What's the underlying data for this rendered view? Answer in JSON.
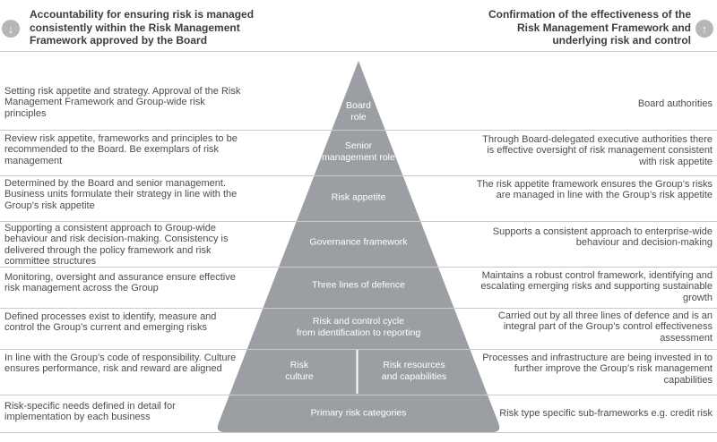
{
  "header": {
    "left": {
      "text": "Accountability for ensuring risk is managed consistently within the Risk Management Framework approved by the Board",
      "icon_glyph": "↓"
    },
    "right": {
      "text": "Confirmation of the effectiveness of the Risk Management Framework and underlying risk and control",
      "icon_glyph": "↑"
    }
  },
  "colors": {
    "pyramid_fill": "#9b9fa4",
    "icon_circle": "#b6b6b6",
    "separator_line": "#cbcbcb",
    "body_text": "#4c4c4c",
    "header_text": "#3a3d40",
    "pyramid_label_text": "#ffffff"
  },
  "pyramid": {
    "layers": [
      {
        "label": "Board\nrole"
      },
      {
        "label": "Senior\nmanagement role"
      },
      {
        "label": "Risk appetite"
      },
      {
        "label": "Governance framework"
      },
      {
        "label": "Three lines of defence"
      },
      {
        "label": "Risk and control cycle\nfrom identification to reporting"
      },
      {
        "label": "Risk\nculture"
      },
      {
        "label": "Risk resources\nand capabilities"
      },
      {
        "label": "Primary risk categories"
      }
    ]
  },
  "rows": [
    {
      "left": "Setting risk appetite and strategy. Approval of the Risk Management Framework and Group-wide risk principles",
      "right": "Board authorities"
    },
    {
      "left": "Review risk appetite, frameworks and principles to be recommended to the Board. Be exemplars of risk management",
      "right": "Through Board-delegated executive authorities there is effective oversight of risk management consistent with risk appetite"
    },
    {
      "left": "Determined by the Board and senior management. Business units formulate their strategy in line with the Group’s risk appetite",
      "right": "The risk appetite framework ensures the Group’s risks are managed in line with the Group’s risk appetite"
    },
    {
      "left": "Supporting a consistent approach to Group-wide behaviour and risk decision-making. Consistency is delivered through the policy framework and risk committee structures",
      "right": "Supports a consistent approach to enterprise-wide behaviour and decision-making"
    },
    {
      "left": "Monitoring, oversight and assurance ensure effective risk management across the Group",
      "right": "Maintains a robust control framework, identifying and escalating emerging risks and supporting sustainable growth"
    },
    {
      "left": "Defined processes exist to identify, measure and control the Group’s current and emerging risks",
      "right": "Carried out by all three lines of defence and is an integral part of the Group’s control effectiveness assessment"
    },
    {
      "left": "In line with the Group’s code of responsibility. Culture ensures performance, risk and reward are aligned",
      "right": "Processes and infrastructure are being invested in to further improve the Group’s risk management capabilities"
    },
    {
      "left": "Risk-specific needs defined in detail for implementation by each business",
      "right": "Risk type specific sub-frameworks e.g. credit risk"
    }
  ]
}
